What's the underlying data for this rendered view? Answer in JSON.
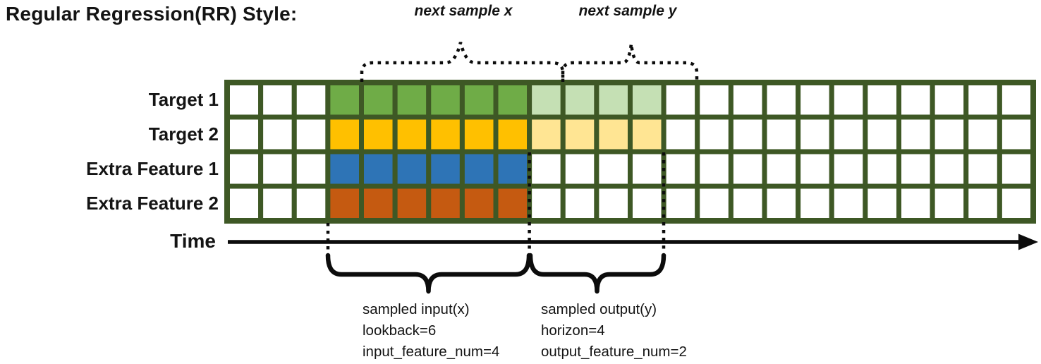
{
  "title": "Regular Regression(RR) Style:",
  "annotations": {
    "next_sample_x": "next sample x",
    "next_sample_y": "next sample y"
  },
  "grid": {
    "num_columns": 24,
    "empty_lead_columns": 3,
    "lookback": 6,
    "horizon": 4,
    "line_color": "#3E5825",
    "empty_cell_color": "#FFFFFF",
    "rows": [
      {
        "label": "Target 1",
        "input_color": "#6FAC47",
        "output_color": "#C5E0B4",
        "has_output": true
      },
      {
        "label": "Target 2",
        "input_color": "#FFC000",
        "output_color": "#FFE593",
        "has_output": true
      },
      {
        "label": "Extra Feature 1",
        "input_color": "#2E74B6",
        "has_output": false
      },
      {
        "label": "Extra Feature 2",
        "input_color": "#C55A11",
        "has_output": false
      }
    ]
  },
  "time_axis": {
    "label": "Time"
  },
  "sampled_input": {
    "title": "sampled input(x)",
    "param1": "lookback=6",
    "param2": "input_feature_num=4"
  },
  "sampled_output": {
    "title": "sampled output(y)",
    "param1": "horizon=4",
    "param2": "output_feature_num=2"
  }
}
